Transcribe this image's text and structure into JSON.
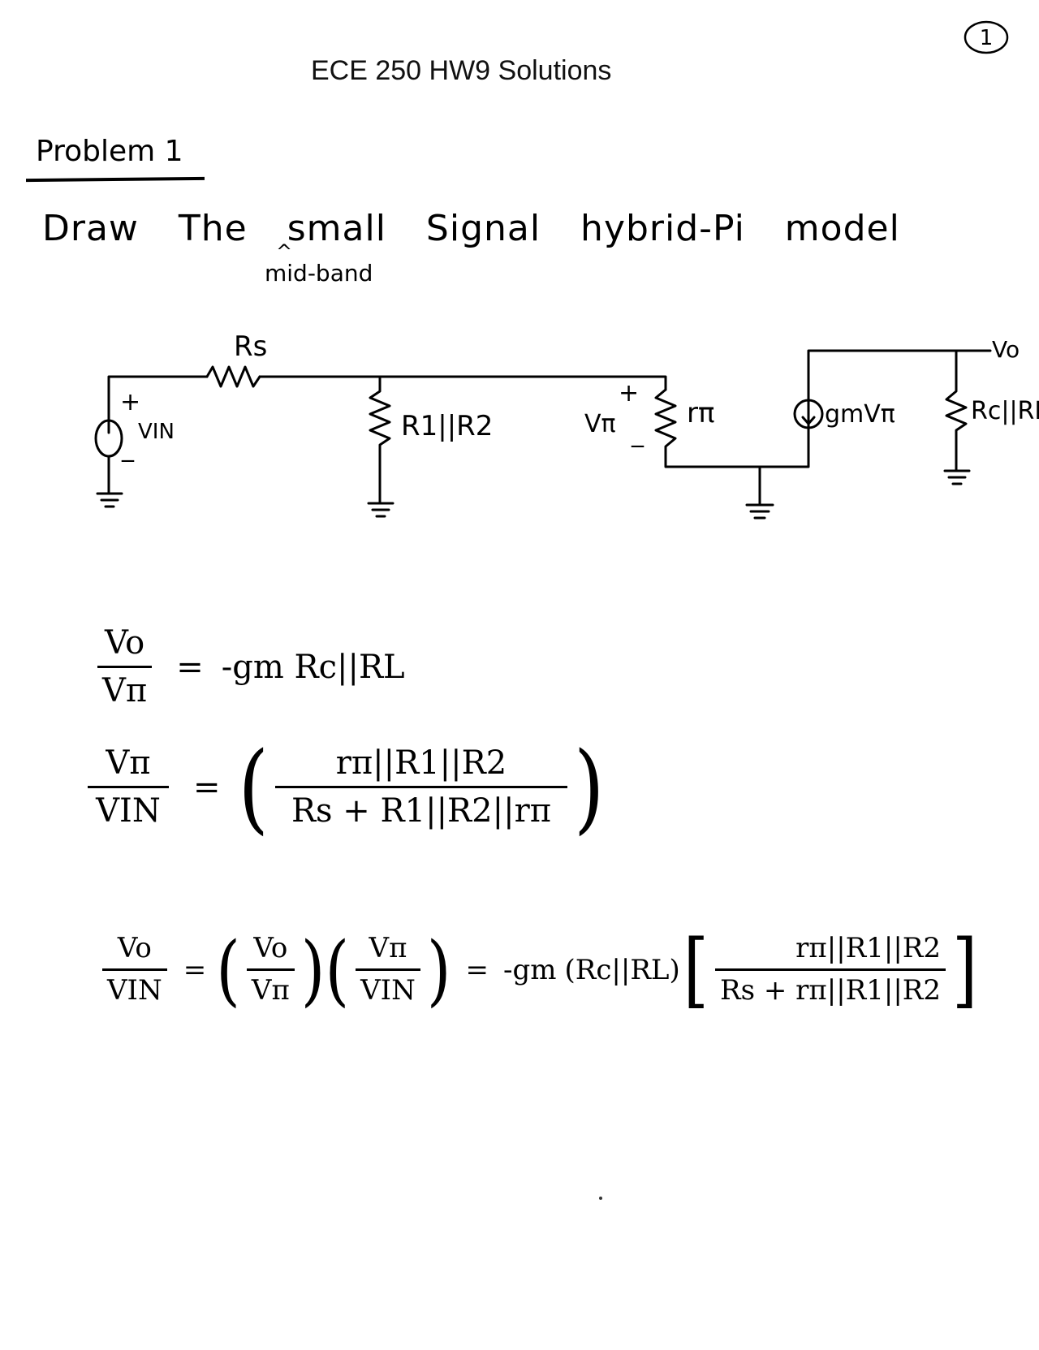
{
  "document": {
    "title": "ECE 250 HW9 Solutions",
    "page_number": "1"
  },
  "problem": {
    "heading": "Problem 1",
    "task": "Draw The small Signal hybrid-Pi model",
    "insert_caret": "^",
    "insert_note": "mid-band"
  },
  "circuit": {
    "source_label": "VIN",
    "source_plus": "+",
    "source_minus": "_",
    "rs_label": "Rs",
    "r1r2_label": "R1||R2",
    "vpi_label": "Vπ",
    "vpi_plus": "+",
    "vpi_minus": "_",
    "rpi_label": "rπ",
    "gm_label": "gmVπ",
    "rcrl_label": "Rc||RL",
    "output_label": "Vo"
  },
  "equations": {
    "eq1": {
      "lhs_num": "Vo",
      "lhs_den": "Vπ",
      "equals": "=",
      "rhs": "-gm Rc||RL"
    },
    "eq2": {
      "lhs_num": "Vπ",
      "lhs_den": "VIN",
      "equals": "=",
      "rhs_num": "rπ||R1||R2",
      "rhs_den": "Rs + R1||R2||rπ"
    },
    "eq3": {
      "lhs_num": "Vo",
      "lhs_den": "VIN",
      "equals": "=",
      "f1_num": "Vo",
      "f1_den": "Vπ",
      "f2_num": "Vπ",
      "f2_den": "VIN",
      "equals2": "=",
      "gm_term": "-gm",
      "load_term": "(Rc||RL)",
      "br_num": "rπ||R1||R2",
      "br_den": "Rs + rπ||R1||R2"
    }
  }
}
